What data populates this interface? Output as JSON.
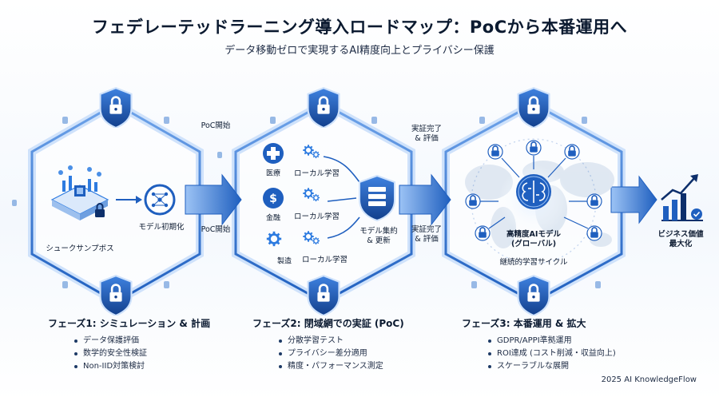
{
  "title": "フェデレーテッドラーニング導入ロードマップ：PoCから本番運用へ",
  "subtitle": "データ移動ゼロで実現するAI精度向上とプライバシー保護",
  "sandbox_label": "シュークサンプボス",
  "model_init_label": "モデル初期化",
  "arrow1_top_label": "PoC開始",
  "arrow1_bottom_label": "PoC開始",
  "industries": [
    {
      "name": "医療",
      "process": "ローカル学習"
    },
    {
      "name": "金融",
      "process": "ローカル学習"
    },
    {
      "name": "製造",
      "process": "ローカル学習"
    }
  ],
  "aggregation_label": "モデル集約\n& 更新",
  "arrow2_top_label": "実証完了\n& 評価",
  "arrow2_bottom_label": "実証完了\n& 評価",
  "global_model_label": "高精度AIモデル\n(グローバル)",
  "cycle_label": "継続的学習サイクル",
  "outcome_label": "ビジネス価値\n最大化",
  "phases": [
    {
      "title": "フェーズ1: シミュレーション & 計画",
      "items": [
        "データ保護評価",
        "数学的安全性検証",
        "Non-IID対策検討"
      ]
    },
    {
      "title": "フェーズ2: 閉域網での実証 (PoC)",
      "items": [
        "分散学習テスト",
        "プライバシー差分適用",
        "精度・パフォーマンス測定"
      ]
    },
    {
      "title": "フェーズ3: 本番運用 & 拡大",
      "items": [
        "GDPR/APPI準拠運用",
        "ROI達成 (コスト削減・収益向上)",
        "スケーラブルな展開"
      ]
    }
  ],
  "footer": "2025 AI KnowledgeFlow",
  "colors": {
    "primary": "#1f5fbf",
    "dark": "#0d2f6b",
    "light": "#cfe2fb",
    "accent": "#2d7be0"
  }
}
